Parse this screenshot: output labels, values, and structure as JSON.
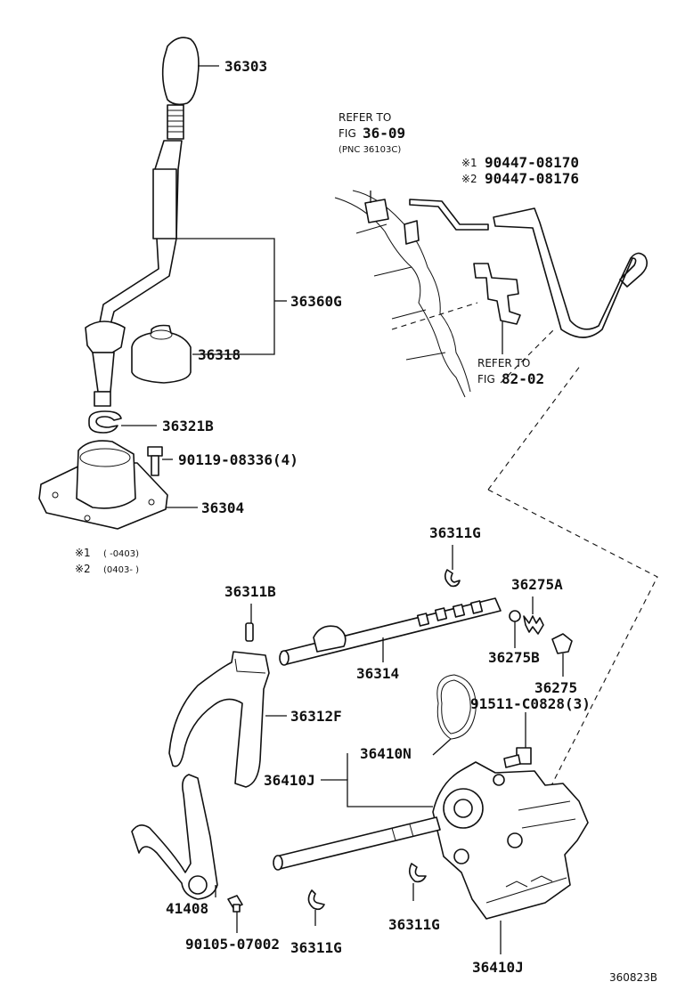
{
  "parts": {
    "p36303": "36303",
    "p36360G": "36360G",
    "p36318": "36318",
    "p36321B": "36321B",
    "p90119": "90119-08336(4)",
    "p36304": "36304",
    "p36311G_top": "36311G",
    "p36275A": "36275A",
    "p36311B": "36311B",
    "p36314": "36314",
    "p36275B": "36275B",
    "p36275": "36275",
    "p91511": "91511-C0828(3)",
    "p36312F": "36312F",
    "p36410N": "36410N",
    "p36410J_mid": "36410J",
    "p41408": "41408",
    "p36311G_mid": "36311G",
    "p36311G_low": "36311G",
    "p90105": "90105-07002",
    "p36410J_low": "36410J"
  },
  "refs": {
    "fig3609_line1": "REFER TO",
    "fig3609_line2_prefix": "FIG",
    "fig3609_line2_num": "36-09",
    "fig3609_line3": "(PNC 36103C)",
    "fig8202_line1": "REFER TO",
    "fig8202_line2_prefix": "FIG",
    "fig8202_line2_num": "82-02"
  },
  "notes": {
    "n1_mark": "※1",
    "n1_part": "90447-08170",
    "n2_mark": "※2",
    "n2_part": "90447-08176",
    "legend1_mark": "※1",
    "legend1_range": "(      -0403)",
    "legend2_mark": "※2",
    "legend2_range": "(0403-        )"
  },
  "footer": {
    "code": "360823B"
  }
}
